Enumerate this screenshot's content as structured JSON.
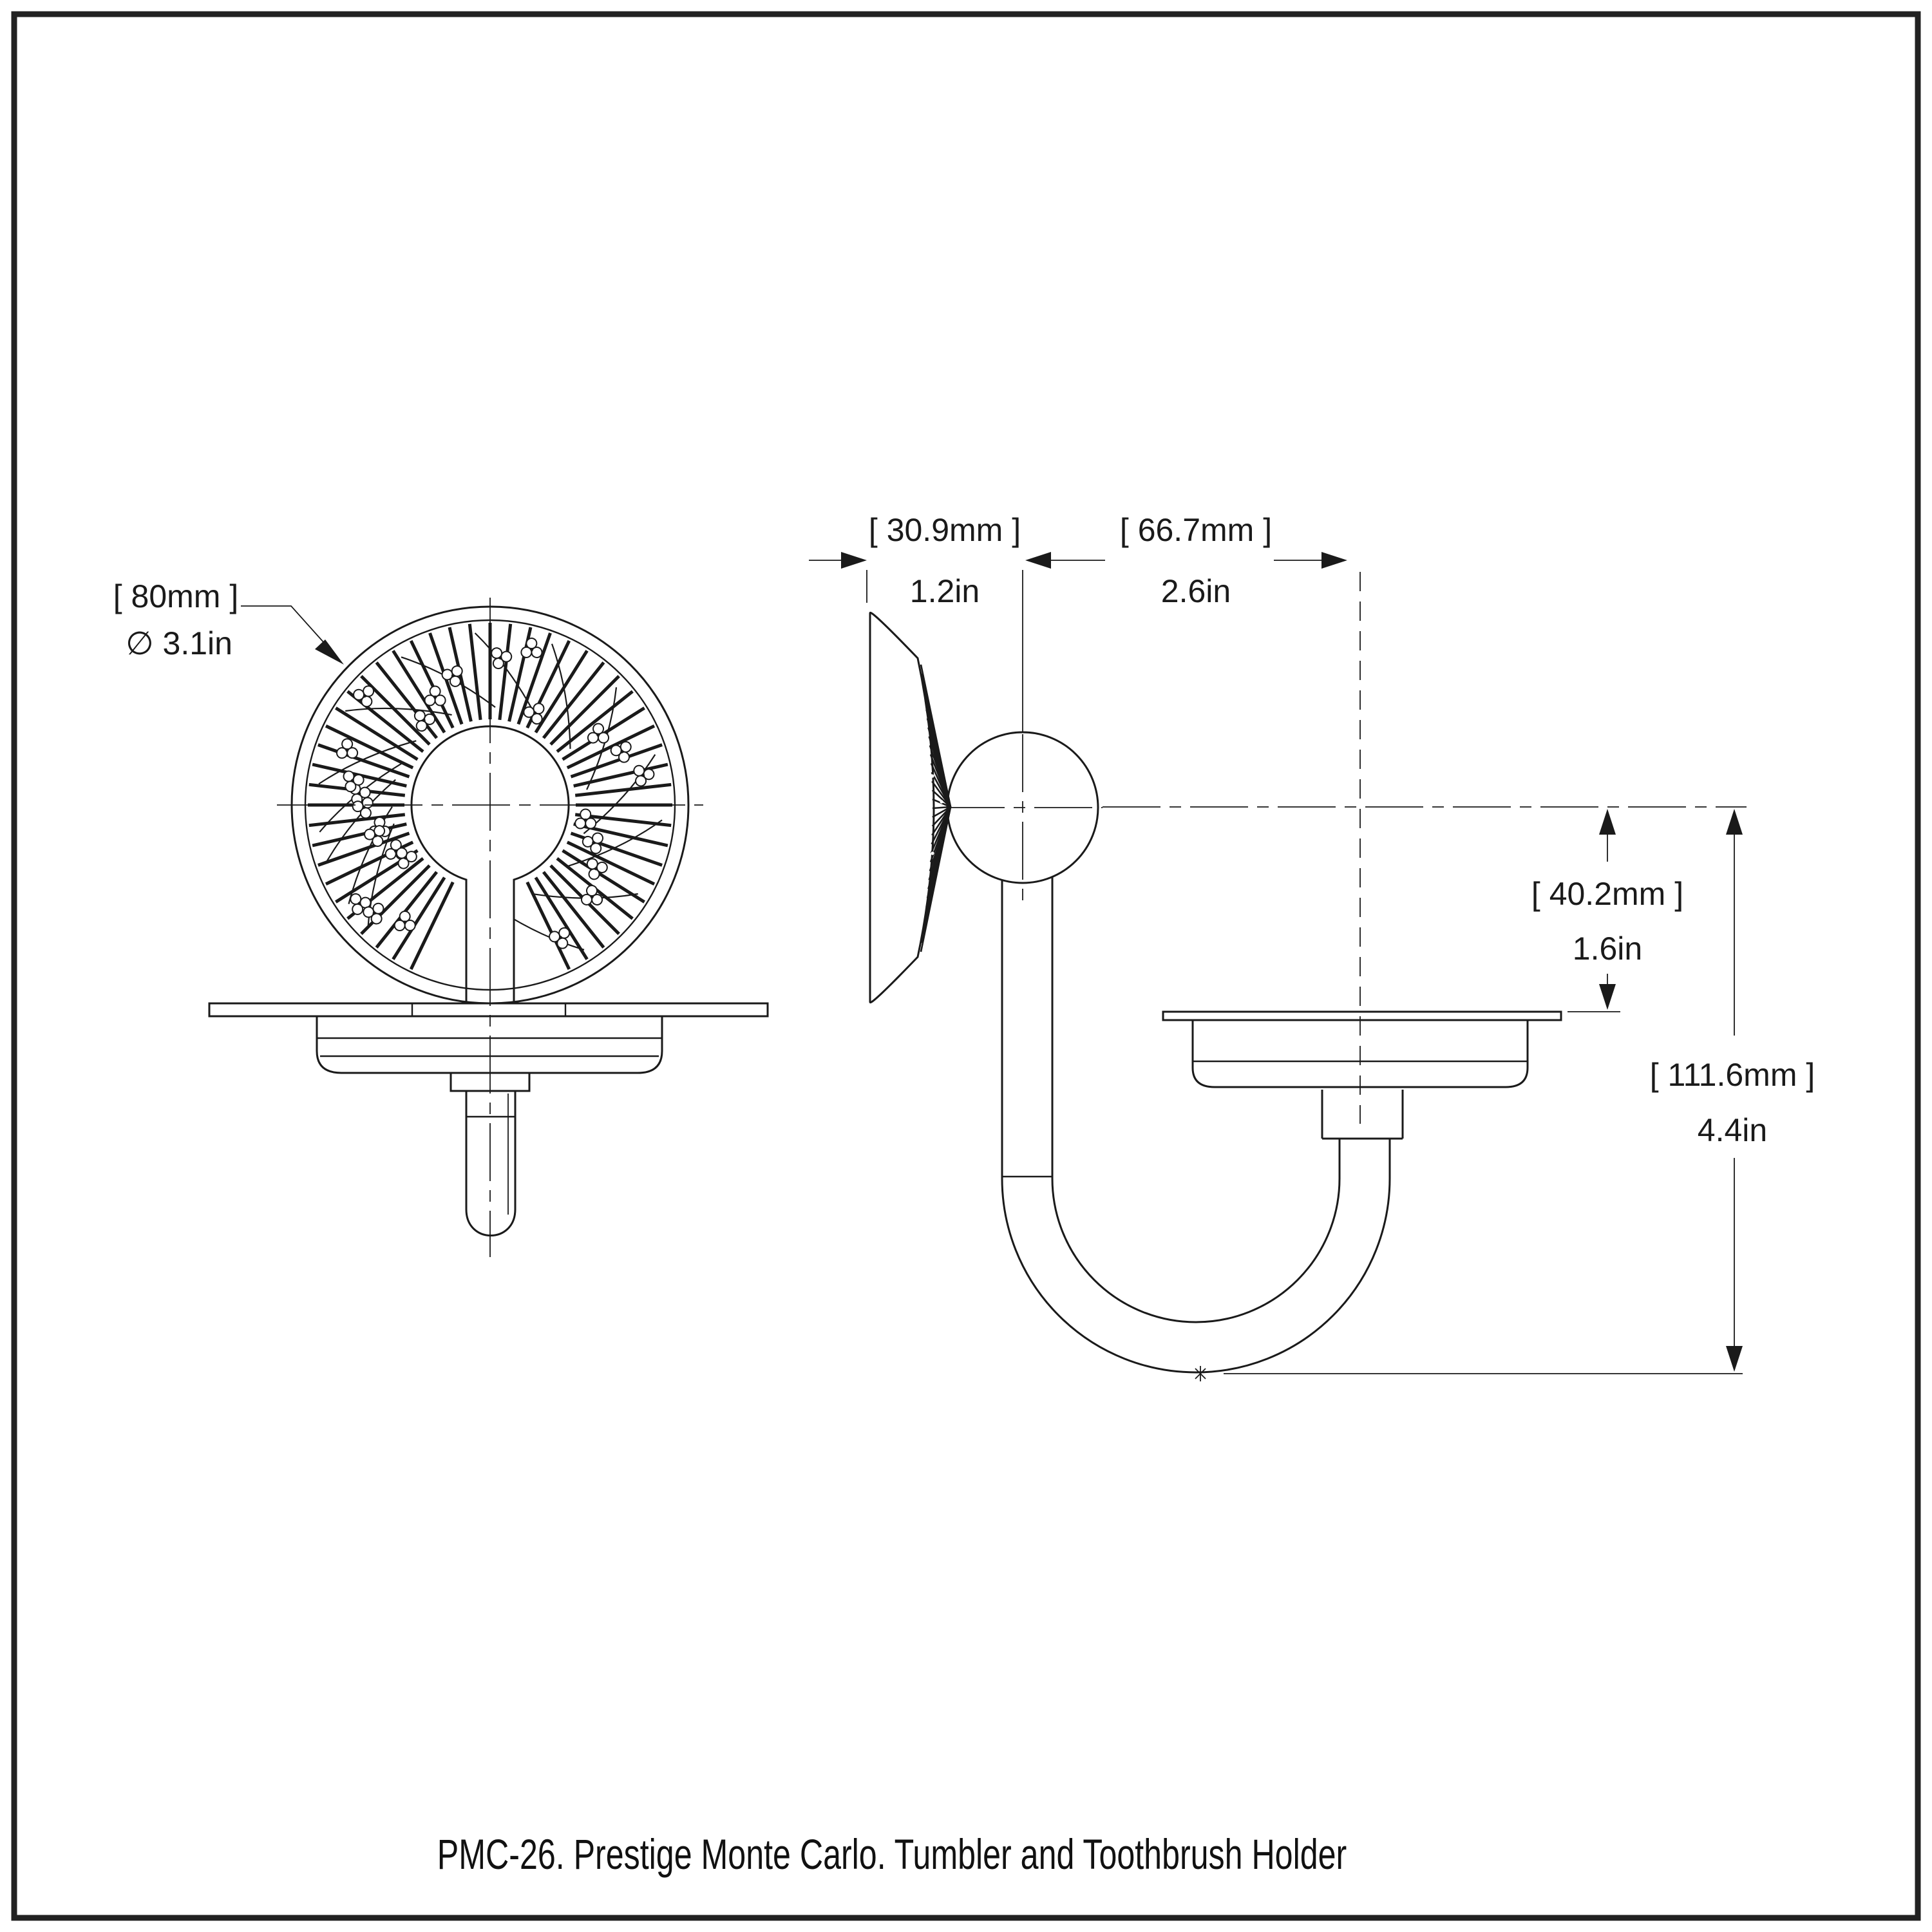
{
  "caption": "PMC-26. Prestige Monte Carlo. Tumbler and Toothbrush Holder",
  "dims": {
    "diameter": {
      "mm": "[ 80mm ]",
      "in": "∅ 3.1in"
    },
    "wall_offset": {
      "mm": "[ 30.9mm ]",
      "in": "1.2in"
    },
    "reach": {
      "mm": "[ 66.7mm ]",
      "in": "2.6in"
    },
    "drop": {
      "mm": "[ 40.2mm ]",
      "in": "1.6in"
    },
    "overall_height": {
      "mm": "[ 111.6mm ]",
      "in": "4.4in"
    }
  },
  "colors": {
    "line": "#1a1a1a",
    "background": "#ffffff",
    "frame": "#222222"
  }
}
